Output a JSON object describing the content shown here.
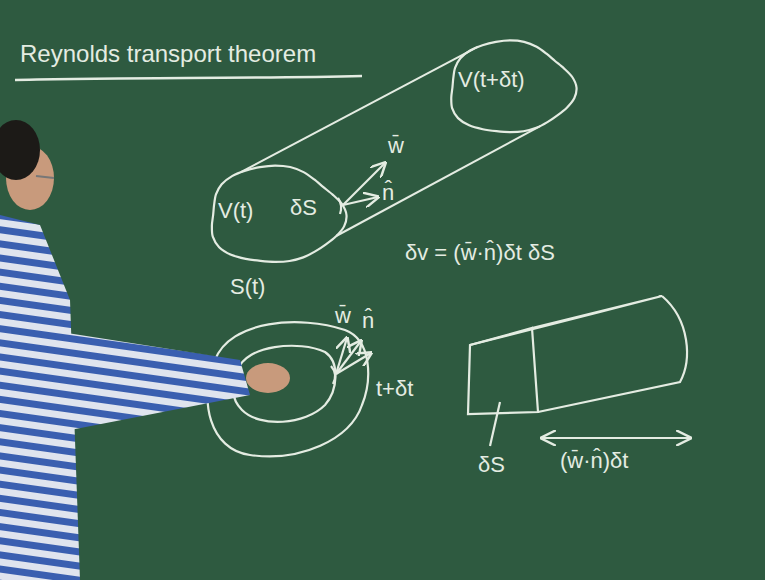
{
  "diagram": {
    "title": "Reynolds transport theorem",
    "nodes": [
      {
        "text": [
          "V(t)",
          "S(t)"
        ]
      },
      {
        "text": [
          "V(t+δt)"
        ]
      }
    ],
    "edges": [
      {
        "from": 0,
        "to": 1,
        "arrow": "none"
      },
      {
        "from": 0,
        "to": 1,
        "arrow": "none"
      }
    ],
    "labels": [
      "δS",
      "w̄",
      "n̂",
      "δv = (w̄·n̂)δt δS",
      "w̄",
      "n̂",
      "t+δt",
      "δS",
      "(w̄·n̂)δt"
    ]
  }
}
